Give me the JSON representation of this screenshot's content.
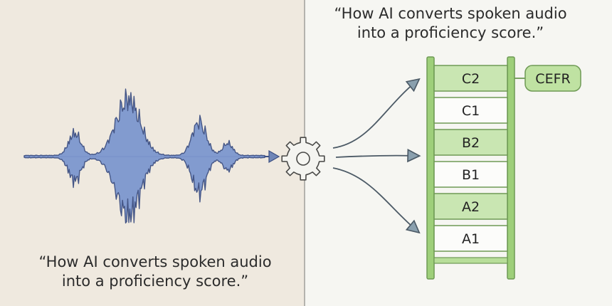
{
  "captions": {
    "left": [
      "“How AI converts spoken audio",
      "into a proficiency score.”"
    ],
    "right": [
      "“How AI converts spoken audio",
      "into a proficiency score.”"
    ]
  },
  "ladder": {
    "levels": [
      {
        "label": "C2",
        "highlight": true
      },
      {
        "label": "C1",
        "highlight": false
      },
      {
        "label": "B2",
        "highlight": true
      },
      {
        "label": "B1",
        "highlight": false
      },
      {
        "label": "A2",
        "highlight": true
      },
      {
        "label": "A1",
        "highlight": false
      }
    ],
    "tag": "CEFR"
  },
  "icons": {
    "waveform": "audio-waveform-icon",
    "processor": "gear-icon"
  },
  "colors": {
    "waveform_fill": "#7d97cf",
    "waveform_stroke": "#3c4f82",
    "ladder_green": "#9ecf7a",
    "ladder_stroke": "#6f9a55",
    "rung_highlight": "#c9e6b2",
    "cefr_fill": "#bfe2a2"
  }
}
